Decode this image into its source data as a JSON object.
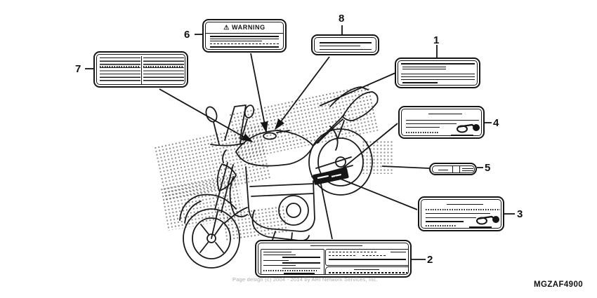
{
  "diagram": {
    "title": "caution-label-parts-diagram",
    "code": "MGZAF4900",
    "watermark": "Page design (c) 2004 - 2014 by ARI Network Services, Inc.",
    "warning_title": "⚠ WARNING",
    "callouts": [
      {
        "id": "1"
      },
      {
        "id": "2"
      },
      {
        "id": "3"
      },
      {
        "id": "4"
      },
      {
        "id": "5"
      },
      {
        "id": "6"
      },
      {
        "id": "7"
      },
      {
        "id": "8"
      }
    ]
  }
}
